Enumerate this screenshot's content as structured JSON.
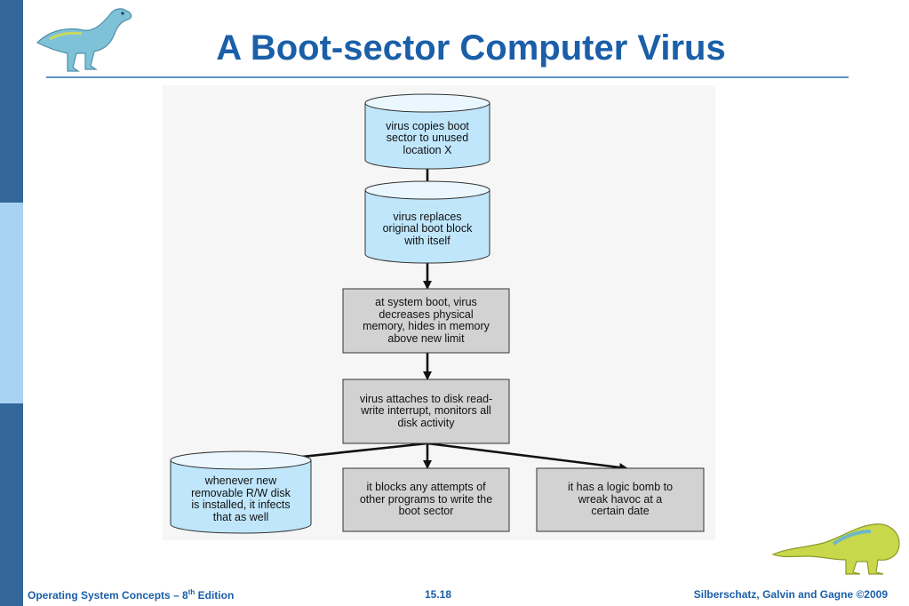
{
  "slide": {
    "title": "A Boot-sector Computer Virus"
  },
  "diagram": {
    "nodes": [
      {
        "id": "copy",
        "shape": "cylinder",
        "lines": [
          "virus copies boot",
          "sector to unused",
          "location X"
        ]
      },
      {
        "id": "replace",
        "shape": "cylinder",
        "lines": [
          "virus replaces",
          "original boot block",
          "with itself"
        ]
      },
      {
        "id": "boot",
        "shape": "box",
        "lines": [
          "at system boot, virus",
          "decreases physical",
          "memory, hides in memory",
          "above new limit"
        ]
      },
      {
        "id": "attach",
        "shape": "box",
        "lines": [
          "virus attaches to disk read-",
          "write interrupt, monitors all",
          "disk activity"
        ]
      },
      {
        "id": "infect",
        "shape": "cylinder",
        "lines": [
          "whenever new",
          "removable R/W disk",
          "is installed, it infects",
          "that as well"
        ]
      },
      {
        "id": "block",
        "shape": "box",
        "lines": [
          "it blocks any attempts of",
          "other programs to write the",
          "boot sector"
        ]
      },
      {
        "id": "bomb",
        "shape": "box",
        "lines": [
          "it has a logic bomb to",
          "wreak havoc at a",
          "certain date"
        ]
      }
    ],
    "edges": [
      {
        "from": "copy",
        "to": "replace"
      },
      {
        "from": "replace",
        "to": "boot"
      },
      {
        "from": "boot",
        "to": "attach"
      },
      {
        "from": "attach",
        "to": "infect"
      },
      {
        "from": "attach",
        "to": "block"
      },
      {
        "from": "attach",
        "to": "bomb"
      }
    ],
    "colors": {
      "cylinder_fill": "#bfe6fb",
      "cylinder_top": "#eaf7ff",
      "box_fill": "#d2d2d2",
      "stroke": "#333333",
      "arrow": "#111111"
    }
  },
  "footer": {
    "left_prefix": "Operating System Concepts – 8",
    "left_sup": "th",
    "left_suffix": " Edition",
    "page": "15.18",
    "right": "Silberschatz, Galvin and Gagne ©2009"
  },
  "theme": {
    "title_color": "#1a5fa8",
    "sidebar_dark": "#336699",
    "sidebar_light": "#a9d3f3"
  }
}
